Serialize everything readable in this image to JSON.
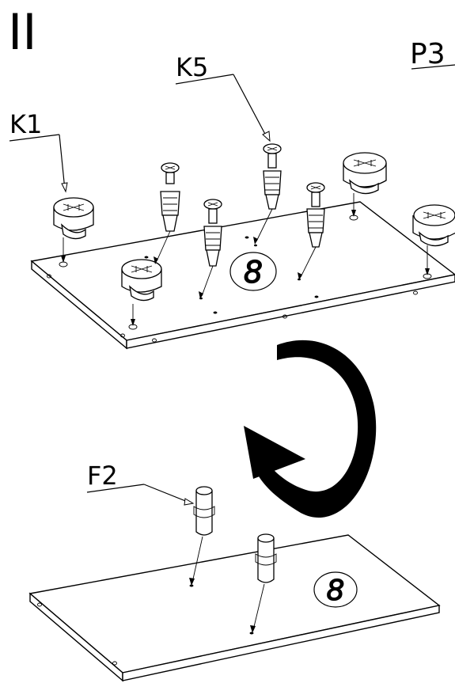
{
  "step": "II",
  "page_ref": "P3",
  "part_labels": {
    "k1": "K1",
    "k5": "K5",
    "f2": "F2"
  },
  "panel_number_top": "8",
  "panel_number_bottom": "8",
  "instruction": "turn-over-arrow"
}
